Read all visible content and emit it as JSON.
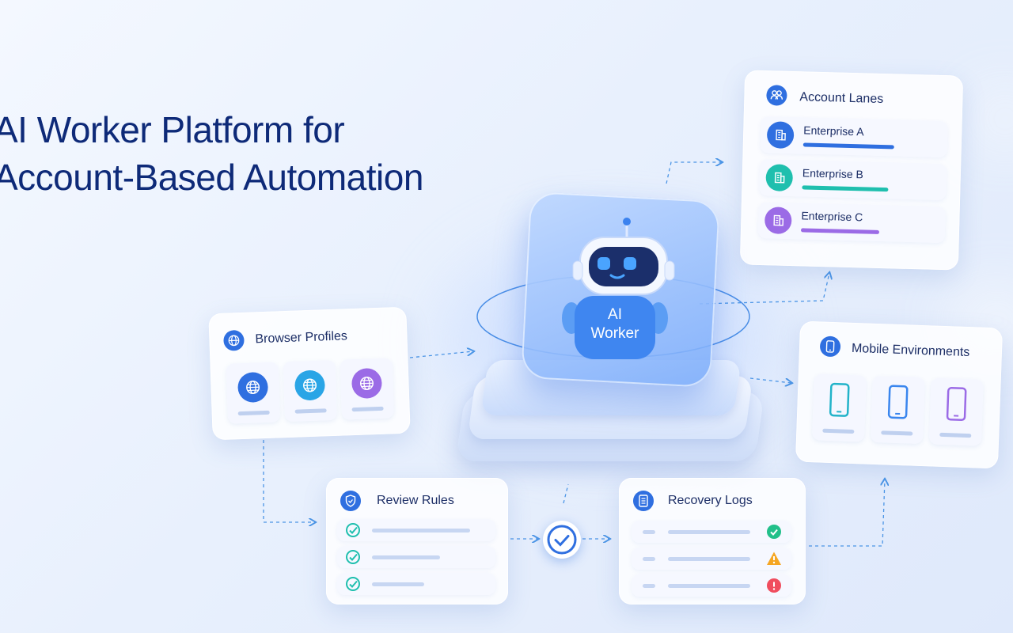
{
  "headline": {
    "line1": "AI Worker Platform for",
    "line2": "Account-Based Automation"
  },
  "ai_worker": {
    "label_line1": "AI",
    "label_line2": "Worker"
  },
  "account_lanes": {
    "title": "Account Lanes",
    "icon": "users-icon",
    "items": [
      {
        "name": "Enterprise A",
        "color": "#2f6fe0",
        "progress": 0.72
      },
      {
        "name": "Enterprise B",
        "color": "#1fbfae",
        "progress": 0.68
      },
      {
        "name": "Enterprise C",
        "color": "#9b6be6",
        "progress": 0.62
      }
    ]
  },
  "browser_profiles": {
    "title": "Browser Profiles",
    "icon": "globe-icon",
    "tile_colors": [
      "#2f6fe0",
      "#2aa5e6",
      "#9b6be6"
    ]
  },
  "mobile_environments": {
    "title": "Mobile Environments",
    "icon": "smartphone-icon",
    "tile_colors": [
      "#22b3c9",
      "#3a86ee",
      "#9b6be6"
    ]
  },
  "review_rules": {
    "title": "Review Rules",
    "icon": "shield-icon",
    "check_color": "#1fbfae"
  },
  "recovery_logs": {
    "title": "Recovery Logs",
    "icon": "document-icon",
    "statuses": [
      {
        "icon": "check-circle-icon",
        "color": "#22c08a"
      },
      {
        "icon": "warning-icon",
        "color": "#f5a623"
      },
      {
        "icon": "error-icon",
        "color": "#f04d5e"
      }
    ]
  },
  "colors": {
    "accent": "#2f6fe0",
    "headline": "#0e2a78",
    "connector": "#4b95e6"
  }
}
